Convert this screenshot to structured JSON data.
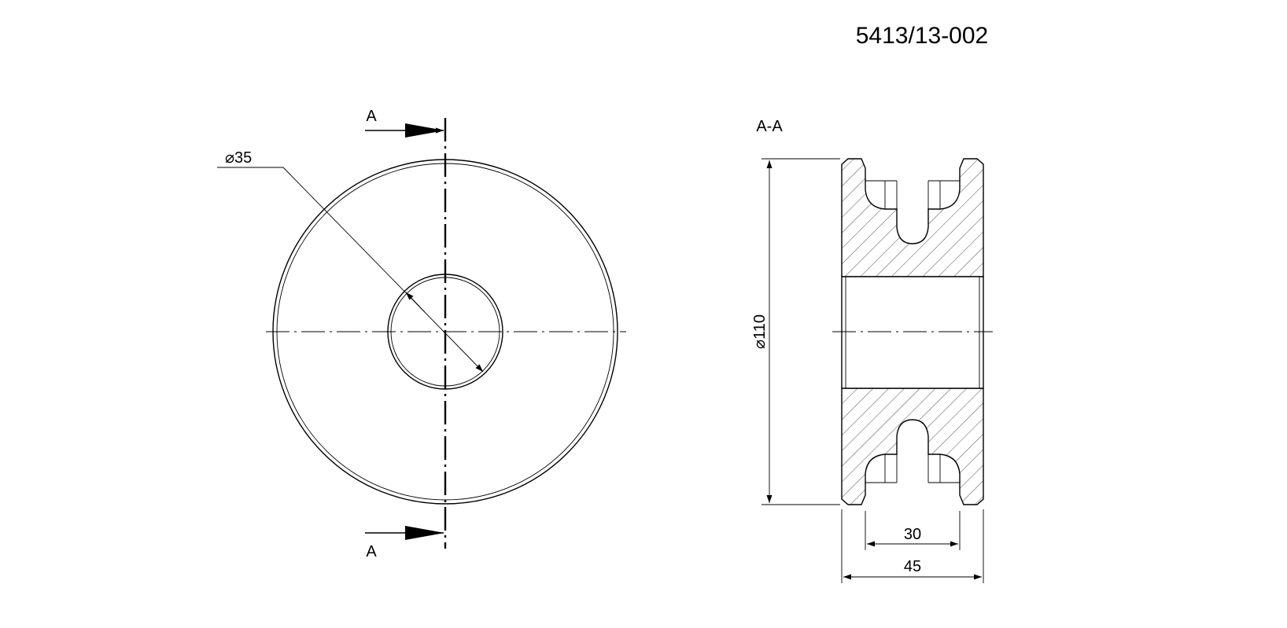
{
  "title": {
    "drawing_number": "5413/13-002"
  },
  "front_view": {
    "section_label_top": "A",
    "section_label_bottom": "A",
    "bore_dimension": "⌀35"
  },
  "section_view": {
    "label": "A-A",
    "outer_diameter_dimension": "⌀110",
    "groove_width_dimension": "30",
    "overall_width_dimension": "45"
  }
}
